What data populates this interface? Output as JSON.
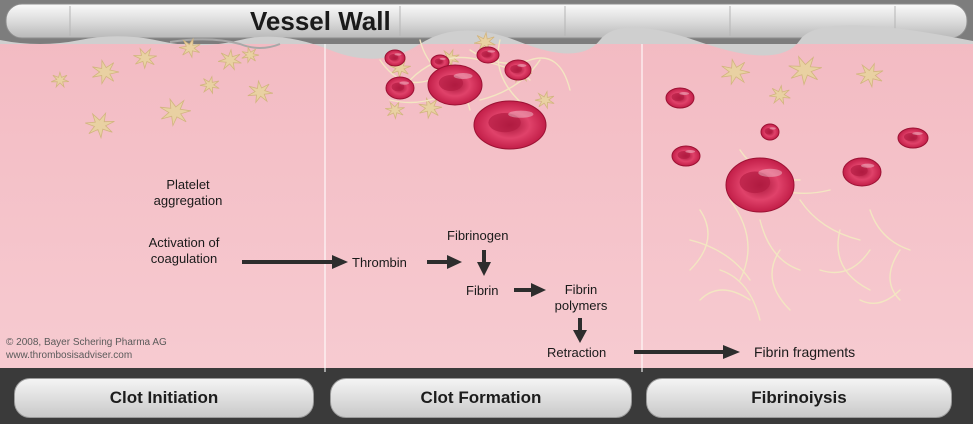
{
  "title": "Vessel Wall",
  "panels": [
    {
      "label": "Clot Initiation"
    },
    {
      "label": "Clot Formation"
    },
    {
      "label": "Fibrinoiysis"
    }
  ],
  "labels": {
    "platelet_aggregation": [
      "Platelet",
      "aggregation"
    ],
    "activation_of_coagulation": [
      "Activation of",
      "coagulation"
    ],
    "thrombin": "Thrombin",
    "fibrinogen": "Fibrinogen",
    "fibrin": "Fibrin",
    "fibrin_polymers": [
      "Fibrin",
      "polymers"
    ],
    "retraction": "Retraction",
    "fibrin_fragments": "Fibrin fragments"
  },
  "copyright": [
    "© 2008, Bayer Schering Pharma AG",
    "www.thrombosisadviser.com"
  ],
  "colors": {
    "plasma": "#f6c3ca",
    "platelet": "#e9d1a2",
    "red_cell": "#d32b52",
    "fibrin": "#f3e6c2",
    "arrow": "#2d2d2d"
  }
}
